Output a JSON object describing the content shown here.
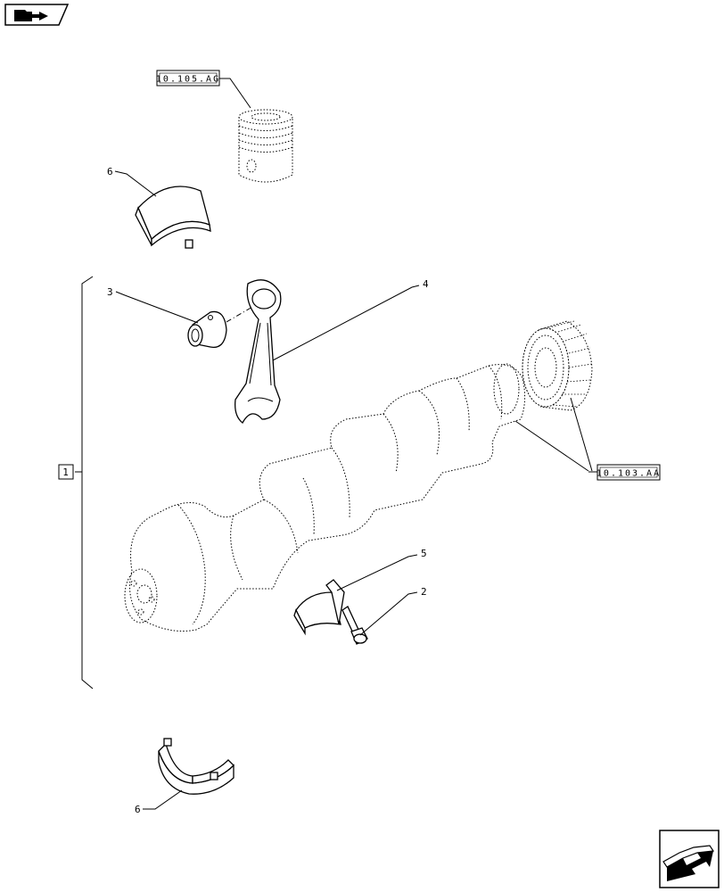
{
  "callouts": {
    "piston_ref": "10.105.AG",
    "gear_ref": "10.103.AA",
    "kit": "1",
    "bolt": "2",
    "bushing": "3",
    "conrod": "4",
    "cap_bearing": "5",
    "upper_shell": "6",
    "lower_shell": "6"
  },
  "icons": {
    "top_left": "folder-arrow-icon",
    "bottom_right": "next-page-arrow-icon"
  }
}
